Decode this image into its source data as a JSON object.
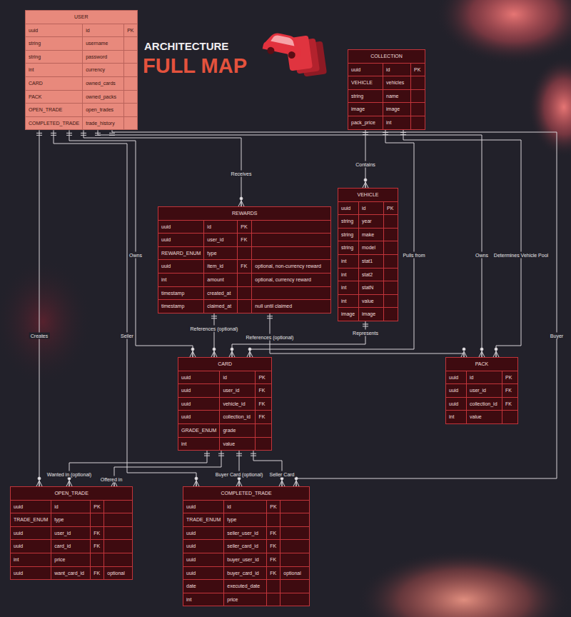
{
  "diagram": {
    "title": "ARCHITECTURE",
    "nodes": [
      {
        "text": [
          "USER",
          "uuid",
          "id",
          "PK",
          "string",
          "username",
          "string",
          "password",
          "int",
          "currency",
          "CARD",
          "owned_cards",
          "PACK",
          "owned_packs",
          "OPEN_TRADE",
          "open_trades",
          "COMPLETED_TRADE",
          "trade_history"
        ]
      },
      {
        "text": [
          "COLLECTION",
          "uuid",
          "id",
          "PK",
          "VEHICLE",
          "vehicles",
          "string",
          "name",
          "image",
          "image",
          "pack_price",
          "int"
        ]
      },
      {
        "text": [
          "VEHICLE",
          "uuid",
          "id",
          "PK",
          "string",
          "year",
          "string",
          "make",
          "string",
          "model",
          "int",
          "stat1",
          "int",
          "stat2",
          "int",
          "statN",
          "int",
          "value",
          "image",
          "image"
        ]
      },
      {
        "text": [
          "REWARDS",
          "uuid",
          "id",
          "PK",
          "uuid",
          "user_id",
          "FK",
          "REWARD_ENUM",
          "type",
          "uuid",
          "item_id",
          "FK",
          "optional, non-currency reward",
          "int",
          "amount",
          "optional, currency reward",
          "timestamp",
          "created_at",
          "timestamp",
          "claimed_at",
          "null until claimed"
        ]
      },
      {
        "text": [
          "CARD",
          "uuid",
          "id",
          "PK",
          "uuid",
          "user_id",
          "FK",
          "uuid",
          "vehicle_id",
          "FK",
          "uuid",
          "collection_id",
          "FK",
          "GRADE_ENUM",
          "grade",
          "int",
          "value"
        ]
      },
      {
        "text": [
          "PACK",
          "uuid",
          "id",
          "PK",
          "uuid",
          "user_id",
          "FK",
          "uuid",
          "collection_id",
          "FK",
          "int",
          "value"
        ]
      },
      {
        "text": [
          "OPEN_TRADE",
          "uuid",
          "id",
          "PK",
          "TRADE_ENUM",
          "type",
          "uuid",
          "user_id",
          "FK",
          "uuid",
          "card_id",
          "FK",
          "int",
          "price",
          "uuid",
          "want_card_id",
          "FK",
          "optional"
        ]
      },
      {
        "text": [
          "COMPLETED_TRADE",
          "uuid",
          "id",
          "PK",
          "TRADE_ENUM",
          "type",
          "uuid",
          "seller_user_id",
          "FK",
          "uuid",
          "seller_card_id",
          "FK",
          "uuid",
          "buyer_user_id",
          "FK",
          "uuid",
          "buyer_card_id",
          "FK",
          "optional",
          "date",
          "executed_date",
          "int",
          "price"
        ]
      }
    ],
    "edges": [
      {
        "from": 0,
        "to": 6,
        "label": "Creates",
        "arrow": "none"
      },
      {
        "from": 0,
        "to": 7,
        "label": "Seller",
        "arrow": "none"
      },
      {
        "from": 0,
        "to": 4,
        "label": "Owns",
        "arrow": "none"
      },
      {
        "from": 0,
        "to": 3,
        "label": "Receives",
        "arrow": "none"
      },
      {
        "from": 0,
        "to": 5,
        "label": "Owns",
        "arrow": "none"
      },
      {
        "from": 0,
        "to": 7,
        "label": "Buyer",
        "arrow": "none"
      },
      {
        "from": 1,
        "to": 2,
        "label": "Contains",
        "arrow": "none"
      },
      {
        "from": 1,
        "to": 4,
        "label": "Pulls from",
        "arrow": "none"
      },
      {
        "from": 1,
        "to": 5,
        "label": "Determines Vehicle Pool",
        "arrow": "none"
      },
      {
        "from": 2,
        "to": 4,
        "label": "Represents",
        "arrow": "none"
      },
      {
        "from": 3,
        "to": 4,
        "label": "References (optional)",
        "arrow": "none"
      },
      {
        "from": 3,
        "to": 5,
        "label": "References (optional)",
        "arrow": "none"
      },
      {
        "from": 4,
        "to": 6,
        "label": "Wanted in (optional)",
        "arrow": "none"
      },
      {
        "from": 4,
        "to": 6,
        "label": "Offered in",
        "arrow": "none"
      },
      {
        "from": 4,
        "to": 7,
        "label": "Buyer Card (optional)",
        "arrow": "none"
      },
      {
        "from": 4,
        "to": 7,
        "label": "Seller Card",
        "arrow": "none"
      }
    ],
    "labels": [
      "FULL MAP"
    ]
  }
}
